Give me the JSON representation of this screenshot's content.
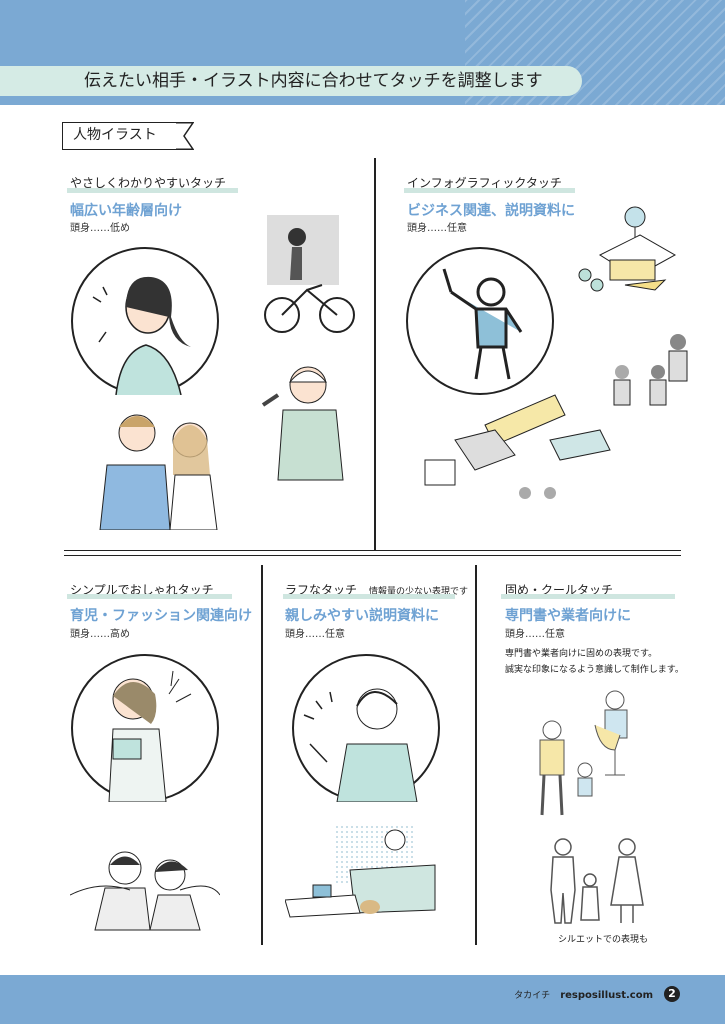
{
  "header": {
    "banner": "伝えたい相手・イラスト内容に合わせてタッチを調整します"
  },
  "category_tag": "人物イラスト",
  "sections": [
    {
      "title": "やさしくわかりやすいタッチ",
      "subtitle": "幅広い年齢層向け",
      "note": "頭身……低め"
    },
    {
      "title": "インフォグラフィックタッチ",
      "subtitle": "ビジネス関連、説明資料に",
      "note": "頭身……任意"
    },
    {
      "title": "シンプルでおしゃれタッチ",
      "subtitle": "育児・ファッション関連向け",
      "note": "頭身……高め"
    },
    {
      "title": "ラフなタッチ",
      "title_note": "情報量の少ない表現です",
      "subtitle": "親しみやすい説明資料に",
      "note": "頭身……任意"
    },
    {
      "title": "固め・クールタッチ",
      "subtitle": "専門書や業者向けに",
      "note": "頭身……任意",
      "description": [
        "専門書や業者向けに固めの表現です。",
        "誠実な印象になるよう意識して制作します。"
      ],
      "caption": "シルエットでの表現も"
    }
  ],
  "footer": {
    "brand": "タカイチ",
    "site": "resposillust.com",
    "page": "2"
  },
  "colors": {
    "band": "#7ba9d3",
    "mint": "#d5ebe5",
    "accent": "#6fa2d3"
  }
}
